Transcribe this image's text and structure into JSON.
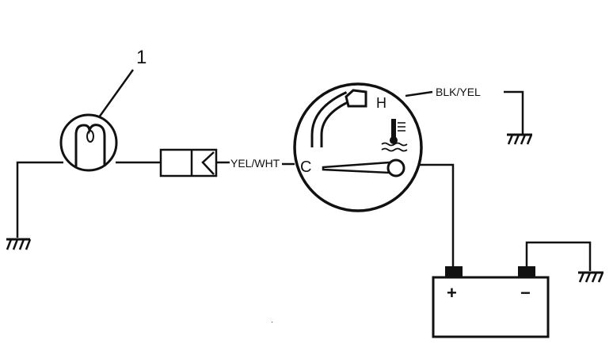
{
  "diagram": {
    "callout_number": "1",
    "gauge": {
      "hot_mark": "H",
      "cold_mark": "C"
    },
    "wires": {
      "sender_to_gauge": "YEL/WHT",
      "gauge_to_ground": "BLK/YEL"
    },
    "battery": {
      "positive_symbol": "+",
      "negative_symbol": "−"
    },
    "stray_mark": "·"
  }
}
